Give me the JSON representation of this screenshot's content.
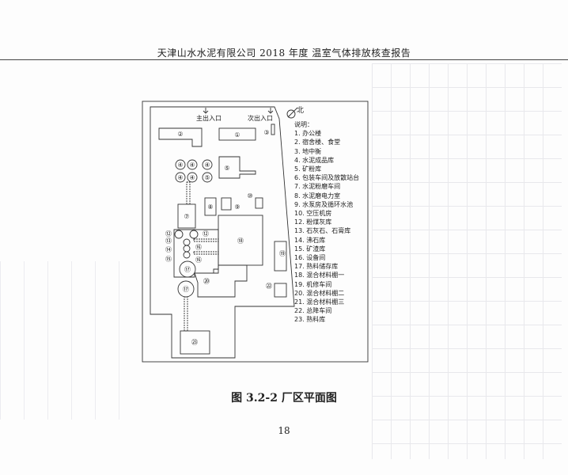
{
  "header": {
    "title": "天津山水水泥有限公司 2018 年度 温室气体排放核查报告"
  },
  "figure": {
    "caption": "图 3.2-2 厂区平面图",
    "north_label": "北",
    "main_entrance": "主出入口",
    "secondary_entrance": "次出入口",
    "legend_title": "说明：",
    "legend": [
      "1. 办公楼",
      "2. 宿舍楼、食堂",
      "3. 地中衡",
      "4. 水泥成品库",
      "5. 矿粉库",
      "6. 包装车间及放散站台",
      "7. 水泥粉磨车间",
      "8. 水泥磨电力室",
      "9. 水泵房及循环水池",
      "10. 空压机房",
      "12. 粉煤灰库",
      "13. 石灰石、石膏库",
      "14. 沸石库",
      "15. 矿渣库",
      "16. 设备间",
      "17. 熟料储存库",
      "18. 混合材料棚一",
      "19. 机修车间",
      "20. 混合材料棚二",
      "21. 混合材料棚三",
      "22. 总降车间",
      "23. 熟料库"
    ],
    "markers": {
      "b1": "①",
      "b2": "②",
      "b3": "③",
      "b4": "④",
      "b5": "⑤",
      "b6": "⑥",
      "b7": "⑦",
      "b8": "⑧",
      "b9": "⑨",
      "b10": "⑩",
      "b12": "⑫",
      "b13": "⑬",
      "b14": "⑭",
      "b15": "⑮",
      "b16": "⑯",
      "b17": "⑰",
      "b18": "⑱",
      "b19": "⑲",
      "b20": "⑳",
      "b22": "㉒",
      "b23": "㉓"
    }
  },
  "page_number": "18"
}
